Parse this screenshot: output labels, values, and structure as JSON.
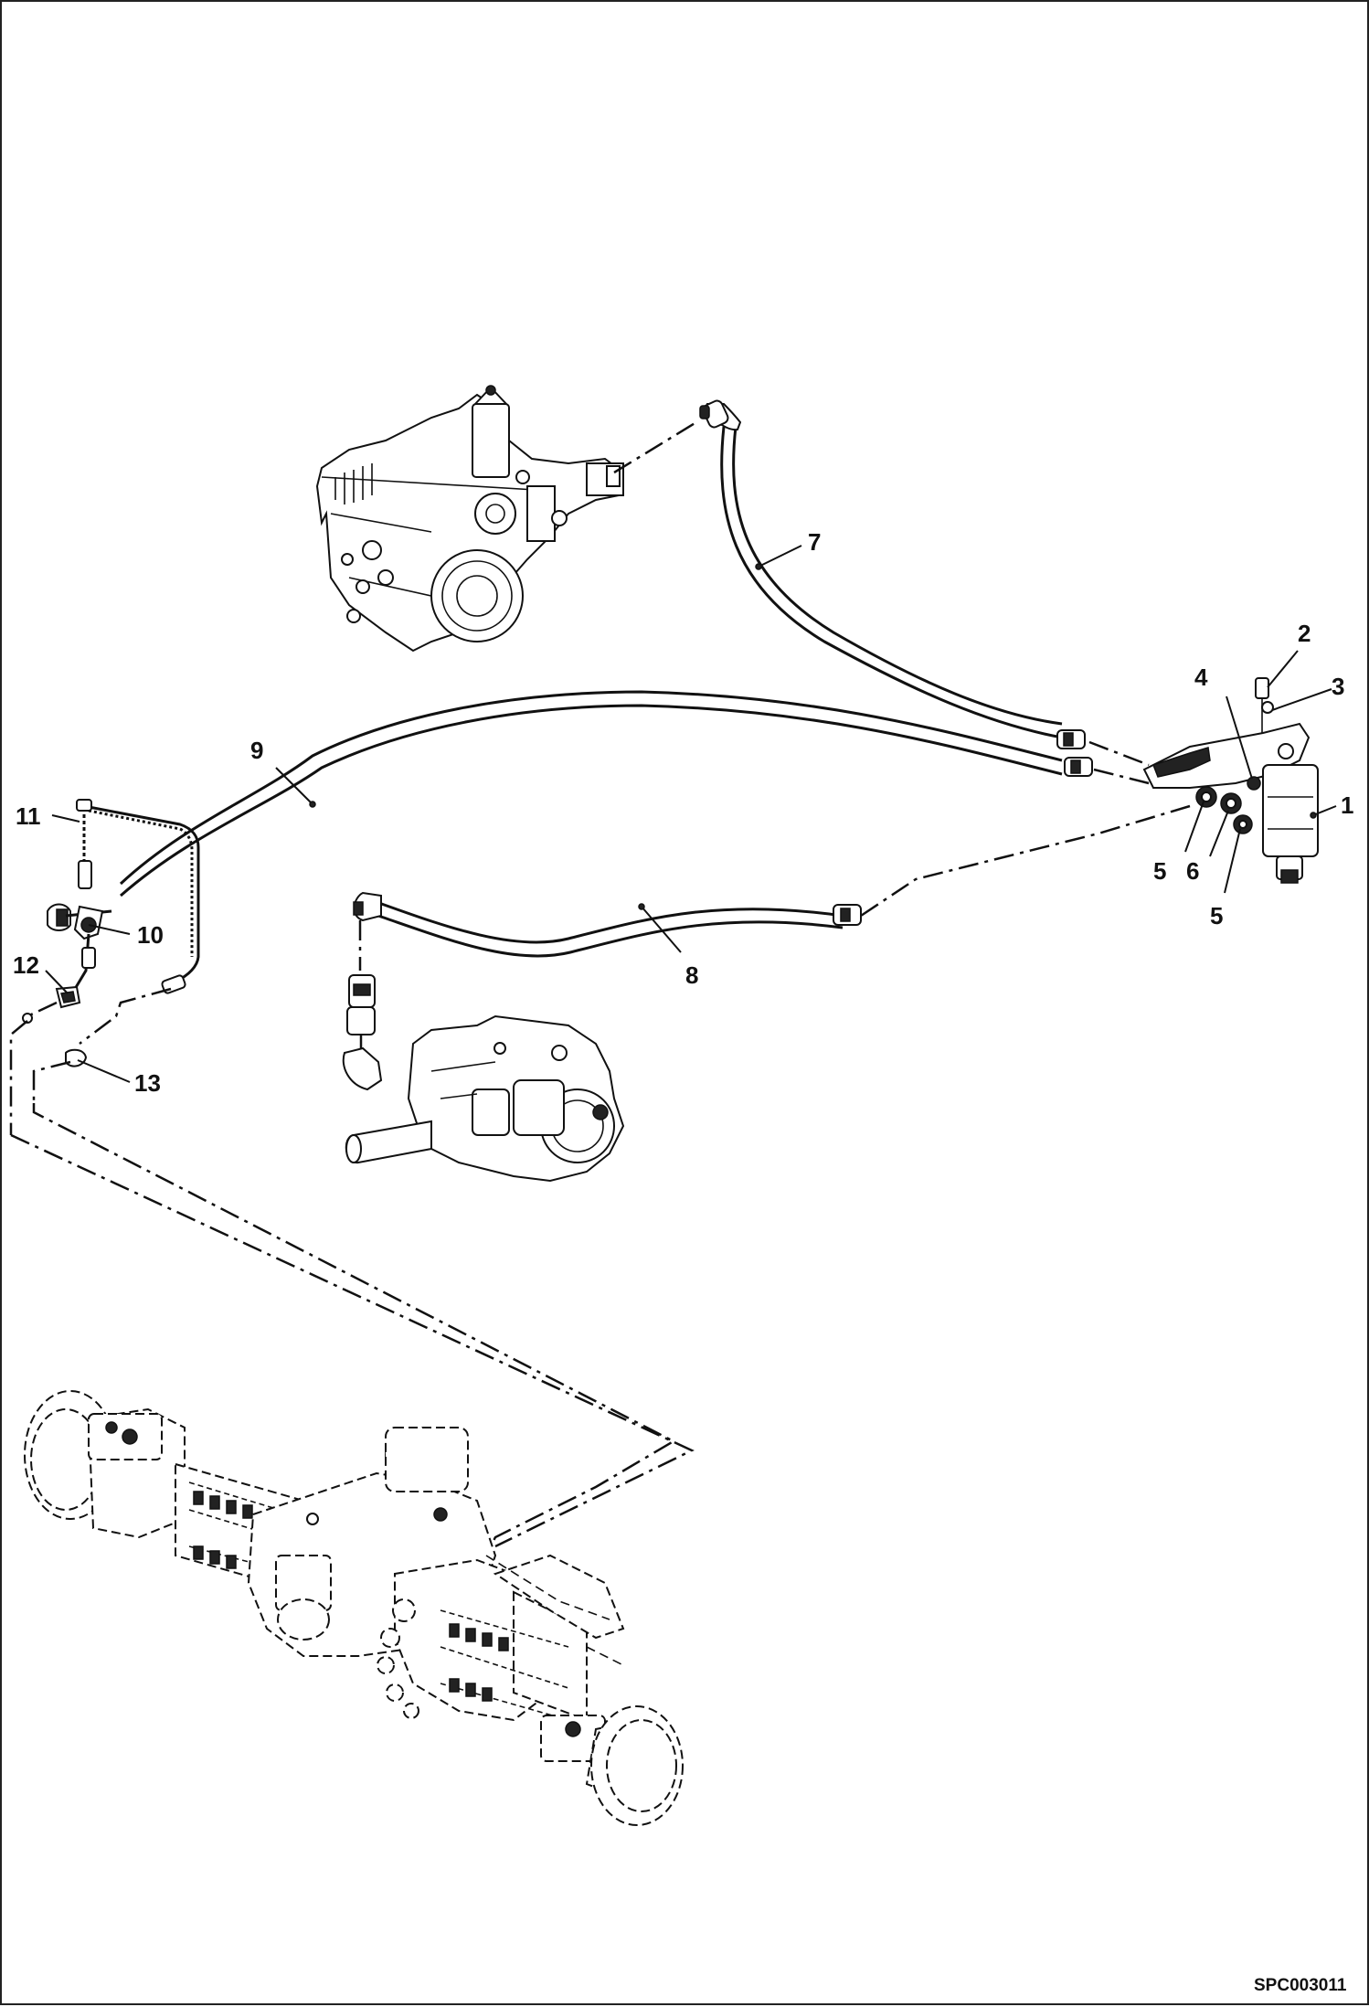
{
  "callouts": [
    {
      "id": "1",
      "label": "1"
    },
    {
      "id": "2",
      "label": "2"
    },
    {
      "id": "3",
      "label": "3"
    },
    {
      "id": "4",
      "label": "4"
    },
    {
      "id": "5a",
      "label": "5"
    },
    {
      "id": "6",
      "label": "6"
    },
    {
      "id": "5b",
      "label": "5"
    },
    {
      "id": "7",
      "label": "7"
    },
    {
      "id": "8",
      "label": "8"
    },
    {
      "id": "9",
      "label": "9"
    },
    {
      "id": "10",
      "label": "10"
    },
    {
      "id": "11",
      "label": "11"
    },
    {
      "id": "12",
      "label": "12"
    },
    {
      "id": "13",
      "label": "13"
    }
  ],
  "reference_code": "SPC003011"
}
